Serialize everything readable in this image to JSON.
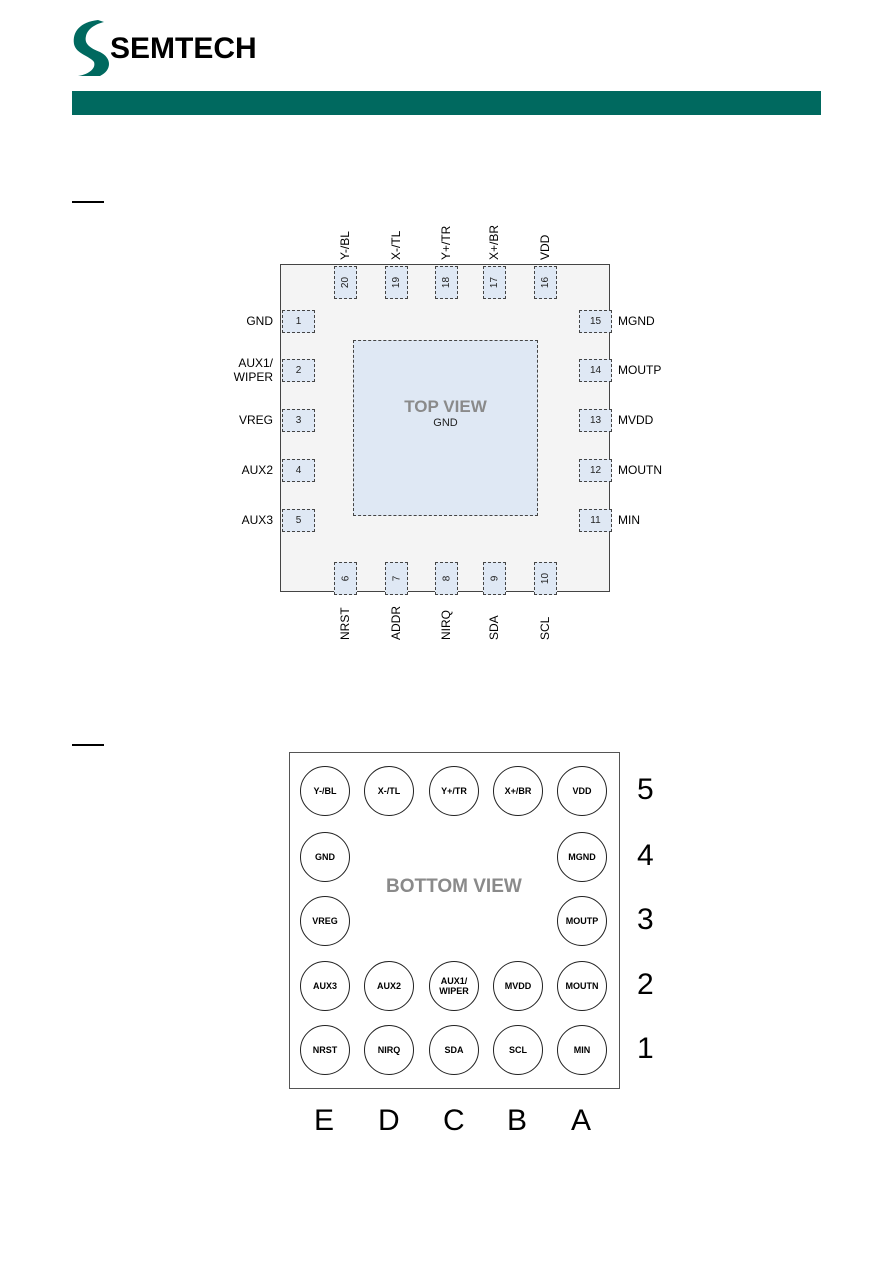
{
  "header": {
    "brand": "SEMTECH",
    "accent_color": "#00695f"
  },
  "qfn": {
    "view_title": "TOP VIEW",
    "center_label": "GND",
    "pins": [
      {
        "num": "1",
        "name": "GND",
        "side": "left"
      },
      {
        "num": "2",
        "name": "AUX1/\nWIPER",
        "side": "left"
      },
      {
        "num": "3",
        "name": "VREG",
        "side": "left"
      },
      {
        "num": "4",
        "name": "AUX2",
        "side": "left"
      },
      {
        "num": "5",
        "name": "AUX3",
        "side": "left"
      },
      {
        "num": "6",
        "name": "NRST",
        "side": "bottom"
      },
      {
        "num": "7",
        "name": "ADDR",
        "side": "bottom"
      },
      {
        "num": "8",
        "name": "NIRQ",
        "side": "bottom"
      },
      {
        "num": "9",
        "name": "SDA",
        "side": "bottom"
      },
      {
        "num": "10",
        "name": "SCL",
        "side": "bottom"
      },
      {
        "num": "11",
        "name": "MIN",
        "side": "right"
      },
      {
        "num": "12",
        "name": "MOUTN",
        "side": "right"
      },
      {
        "num": "13",
        "name": "MVDD",
        "side": "right"
      },
      {
        "num": "14",
        "name": "MOUTP",
        "side": "right"
      },
      {
        "num": "15",
        "name": "MGND",
        "side": "right"
      },
      {
        "num": "16",
        "name": "VDD",
        "side": "top"
      },
      {
        "num": "17",
        "name": "X+/BR",
        "side": "top"
      },
      {
        "num": "18",
        "name": "Y+/TR",
        "side": "top"
      },
      {
        "num": "19",
        "name": "X-/TL",
        "side": "top"
      },
      {
        "num": "20",
        "name": "Y-/BL",
        "side": "top"
      }
    ]
  },
  "bga": {
    "view_title": "BOTTOM VIEW",
    "columns": [
      "E",
      "D",
      "C",
      "B",
      "A"
    ],
    "rows": [
      "5",
      "4",
      "3",
      "2",
      "1"
    ],
    "balls": [
      [
        "Y-/BL",
        "X-/TL",
        "Y+/TR",
        "X+/BR",
        "VDD"
      ],
      [
        "GND",
        "",
        "",
        "",
        "MGND"
      ],
      [
        "VREG",
        "",
        "",
        "",
        "MOUTP"
      ],
      [
        "AUX3",
        "AUX2",
        "AUX1/\nWIPER",
        "MVDD",
        "MOUTN"
      ],
      [
        "NRST",
        "NIRQ",
        "SDA",
        "SCL",
        "MIN"
      ]
    ]
  }
}
